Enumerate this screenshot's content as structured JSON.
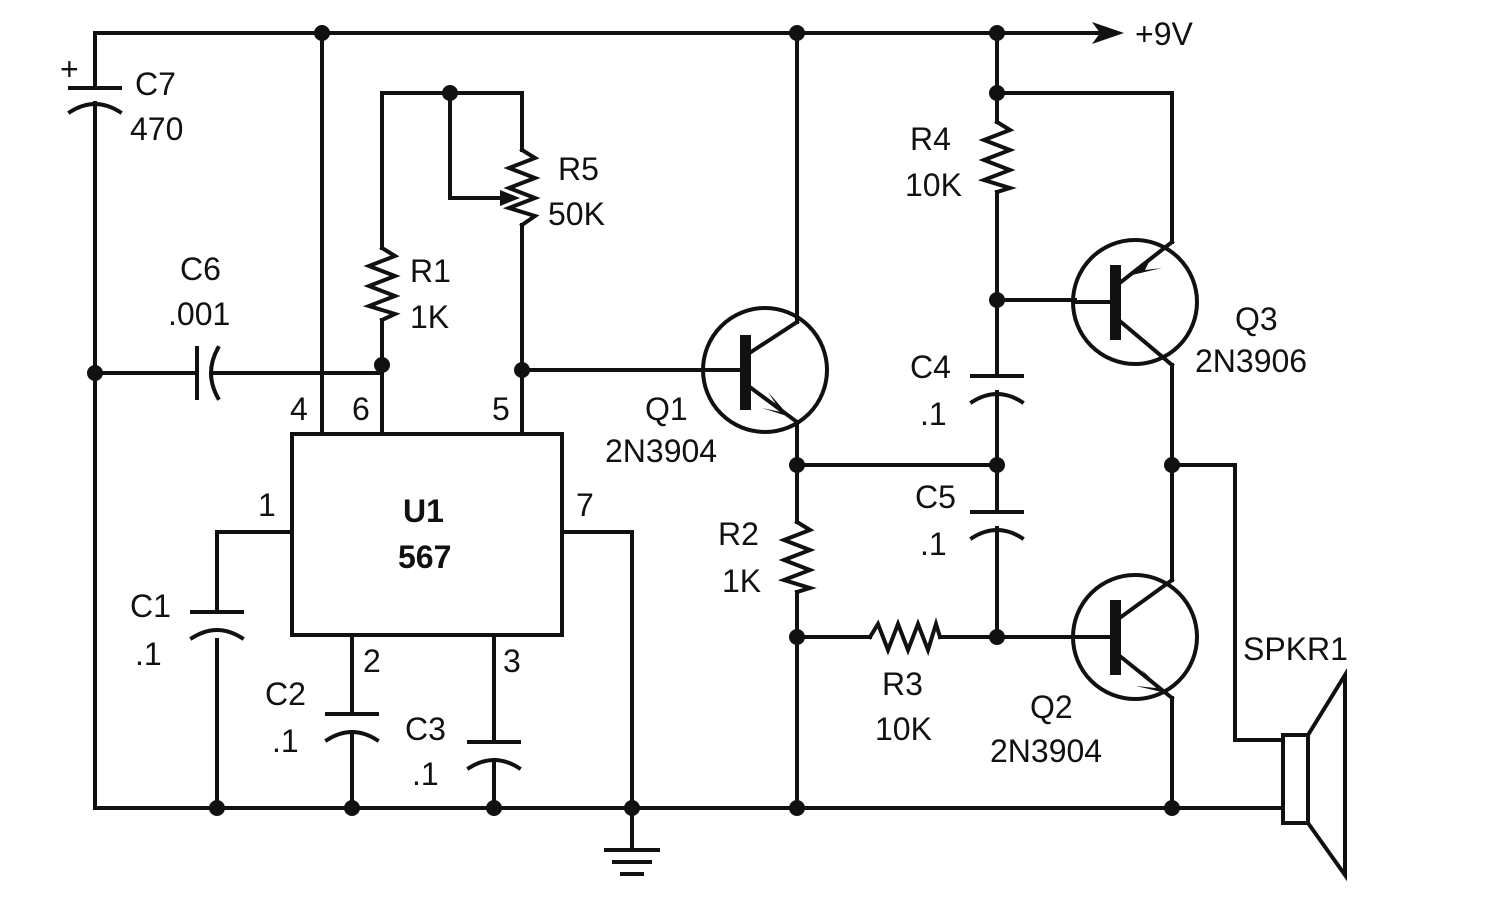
{
  "supply": {
    "label": "+9V"
  },
  "ic": {
    "ref": "U1",
    "part": "567",
    "pins": [
      "4",
      "6",
      "5",
      "1",
      "7",
      "2",
      "3"
    ]
  },
  "components": {
    "C7": {
      "ref": "C7",
      "value": "470",
      "polarity": "+"
    },
    "C6": {
      "ref": "C6",
      "value": ".001"
    },
    "R1": {
      "ref": "R1",
      "value": "1K"
    },
    "R5": {
      "ref": "R5",
      "value": "50K"
    },
    "R4": {
      "ref": "R4",
      "value": "10K"
    },
    "Q1": {
      "ref": "Q1",
      "part": "2N3904"
    },
    "Q2": {
      "ref": "Q2",
      "part": "2N3904"
    },
    "Q3": {
      "ref": "Q3",
      "part": "2N3906"
    },
    "C4": {
      "ref": "C4",
      "value": ".1"
    },
    "C5": {
      "ref": "C5",
      "value": ".1"
    },
    "R2": {
      "ref": "R2",
      "value": "1K"
    },
    "R3": {
      "ref": "R3",
      "value": "10K"
    },
    "C1": {
      "ref": "C1",
      "value": ".1"
    },
    "C2": {
      "ref": "C2",
      "value": ".1"
    },
    "C3": {
      "ref": "C3",
      "value": ".1"
    },
    "SPKR1": {
      "ref": "SPKR1"
    }
  }
}
